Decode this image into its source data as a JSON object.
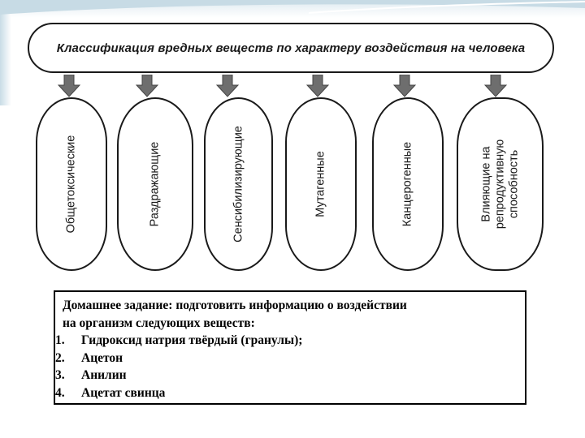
{
  "diagram": {
    "header": "Классификация вредных веществ по характеру воздействия на человека",
    "categories": [
      {
        "label": "Общетоксические"
      },
      {
        "label": "Раздражающие"
      },
      {
        "label": "Сенсибилизирующие"
      },
      {
        "label": "Мутагенные"
      },
      {
        "label": "Канцерогенные"
      },
      {
        "label_lines": [
          "Влияющие на",
          "репродуктивную",
          "способность"
        ]
      }
    ]
  },
  "homework": {
    "intro_line1": "Домашнее задание: подготовить  информацию о воздействии",
    "intro_line2": "на организм  следующих веществ:",
    "items": [
      {
        "num": "1.",
        "text": "Гидроксид натрия твёрдый (гранулы);"
      },
      {
        "num": "2.",
        "text": "Ацетон"
      },
      {
        "num": "3.",
        "text": "Анилин"
      },
      {
        "num": "4.",
        "text": "Ацетат свинца"
      }
    ]
  }
}
